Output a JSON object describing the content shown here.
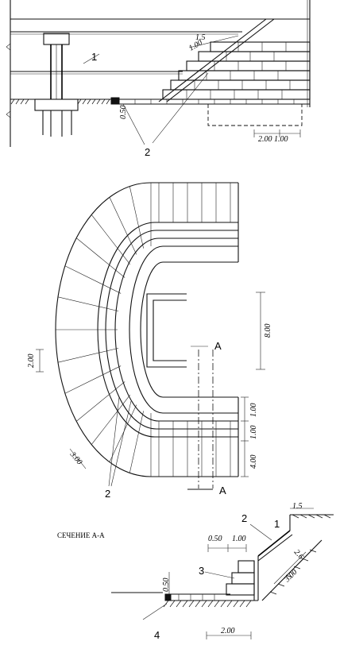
{
  "labels": {
    "callout_1": "1",
    "callout_2": "2",
    "callout_2b": "2",
    "callout_2c": "2",
    "callout_3": "3",
    "callout_4": "4",
    "callout_1b": "1",
    "section_mark": "A",
    "section_mark_b": "A",
    "section_title": "СЕЧЕНИЕ А-А"
  },
  "dimensions": {
    "top_15": "1.5",
    "top_100": "1.00",
    "top_050": "0.50",
    "top_200_100": "2.00 1.00",
    "plan_800": "8.00",
    "plan_200_left": "2.00",
    "plan_300": "3.00",
    "plan_side_a": "1.00",
    "plan_side_b": "1.00",
    "plan_side_c": "4.00",
    "sec_15": "1.5",
    "sec_050": "0.50",
    "sec_100": "1.00",
    "sec_300": "3.00",
    "sec_050v": "0.50",
    "sec_200": "2.00",
    "sec_26": "2.6"
  }
}
